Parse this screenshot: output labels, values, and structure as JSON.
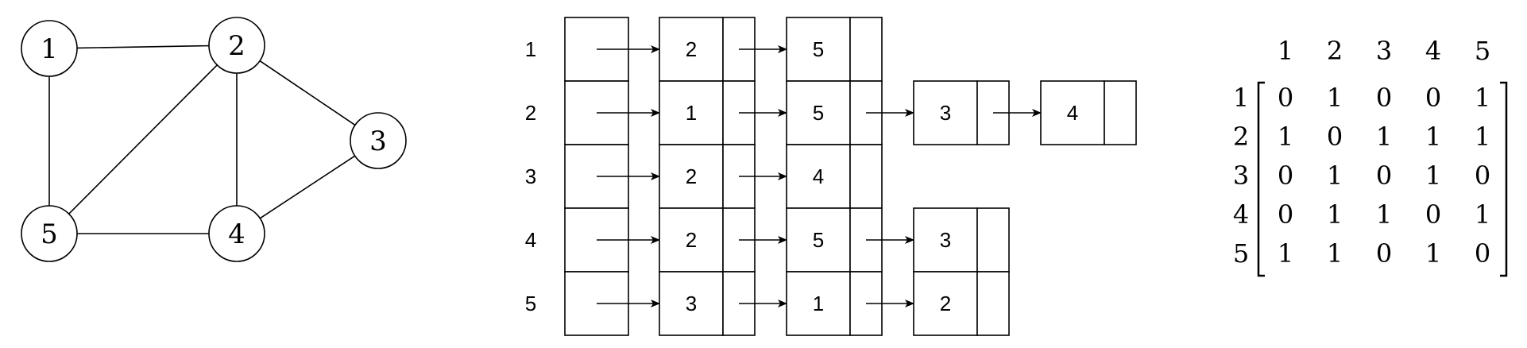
{
  "graph": {
    "nodes": [
      "1",
      "2",
      "3",
      "4",
      "5"
    ],
    "edges": [
      [
        "1",
        "2"
      ],
      [
        "1",
        "5"
      ],
      [
        "2",
        "5"
      ],
      [
        "2",
        "4"
      ],
      [
        "2",
        "3"
      ],
      [
        "3",
        "4"
      ],
      [
        "4",
        "5"
      ]
    ]
  },
  "adjacency_list": {
    "rows": [
      {
        "label": "1",
        "neighbors": [
          "2",
          "5"
        ]
      },
      {
        "label": "2",
        "neighbors": [
          "1",
          "5",
          "3",
          "4"
        ]
      },
      {
        "label": "3",
        "neighbors": [
          "2",
          "4"
        ]
      },
      {
        "label": "4",
        "neighbors": [
          "2",
          "5",
          "3"
        ]
      },
      {
        "label": "5",
        "neighbors": [
          "3",
          "1",
          "2"
        ]
      }
    ]
  },
  "adjacency_matrix": {
    "col_labels": [
      "1",
      "2",
      "3",
      "4",
      "5"
    ],
    "row_labels": [
      "1",
      "2",
      "3",
      "4",
      "5"
    ],
    "values": [
      [
        "0",
        "1",
        "0",
        "0",
        "1"
      ],
      [
        "1",
        "0",
        "1",
        "1",
        "1"
      ],
      [
        "0",
        "1",
        "0",
        "1",
        "0"
      ],
      [
        "0",
        "1",
        "1",
        "0",
        "1"
      ],
      [
        "1",
        "1",
        "0",
        "1",
        "0"
      ]
    ]
  }
}
